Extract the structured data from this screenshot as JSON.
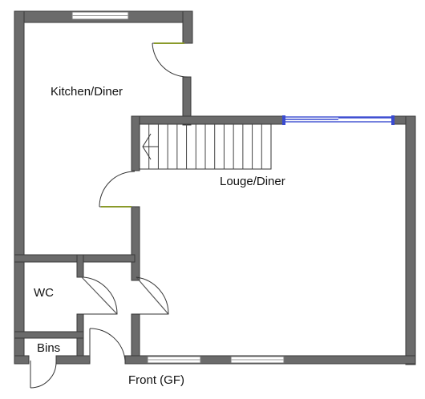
{
  "rooms": {
    "kitchen": "Kitchen/Diner",
    "lounge": "Louge/Diner",
    "wc": "WC",
    "bins": "Bins"
  },
  "caption": "Front (GF)",
  "colors": {
    "wall": "#6b6b6b",
    "door_accent": "#8a9a2a",
    "sliding_door": "#3a4bd0"
  }
}
